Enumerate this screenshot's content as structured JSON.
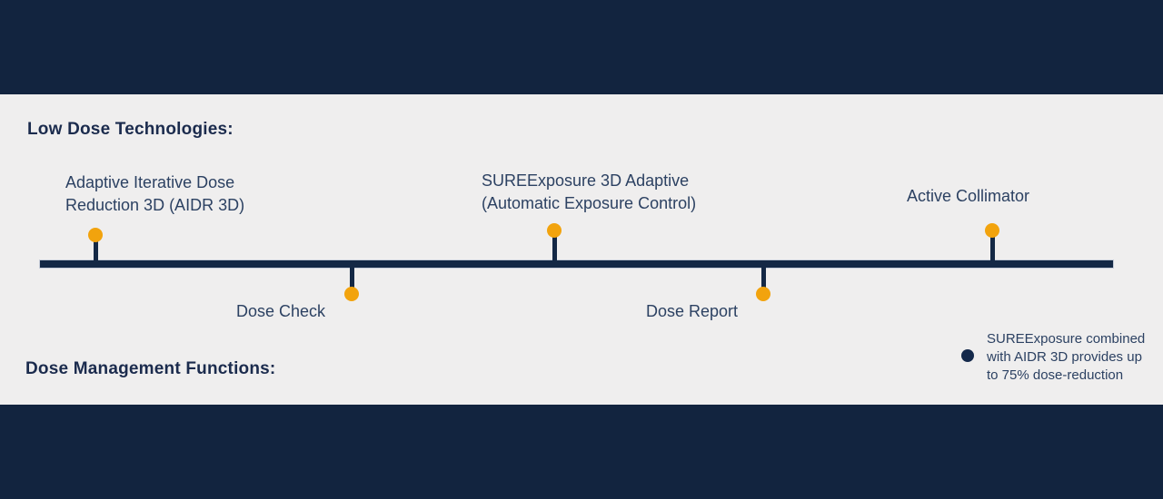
{
  "colors": {
    "navy_band": "#12243F",
    "background": "#EFEEEE",
    "timeline_line": "#142845",
    "marker_dot": "#F2A30D",
    "heading_text": "#1B2B4D",
    "label_text": "#2C4162"
  },
  "headings": {
    "technologies": "Low Dose Technologies:",
    "functions": "Dose Management Functions:"
  },
  "timeline": {
    "above": [
      {
        "line1": "Adaptive Iterative Dose",
        "line2": "Reduction 3D (AIDR 3D)"
      },
      {
        "line1": "SUREExposure 3D Adaptive",
        "line2": "(Automatic Exposure Control)"
      },
      {
        "line1": "Active Collimator",
        "line2": ""
      }
    ],
    "below": [
      {
        "label": "Dose Check"
      },
      {
        "label": "Dose Report"
      }
    ]
  },
  "note": {
    "line1": "SUREExposure combined",
    "line2": "with AIDR 3D provides up",
    "line3": "to 75% dose-reduction"
  }
}
